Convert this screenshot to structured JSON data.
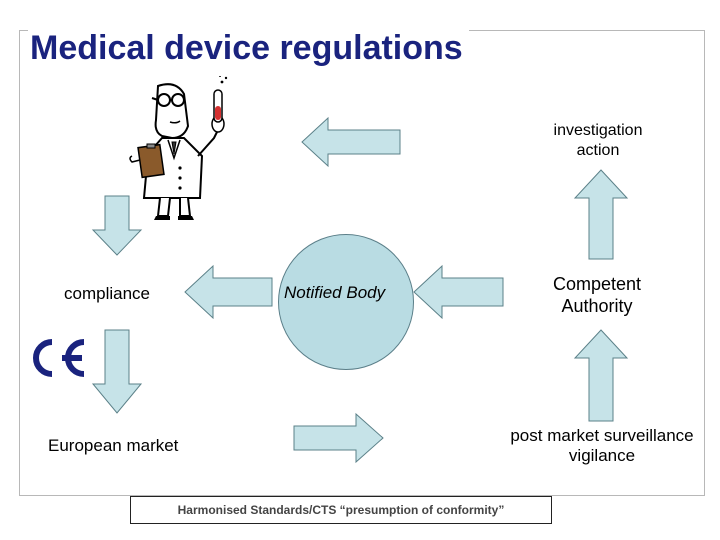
{
  "title": "Medical device regulations",
  "nodes": {
    "investigation_action": [
      "investigation",
      "action"
    ],
    "competent_authority": [
      "Competent",
      "Authority"
    ],
    "post_market": [
      "post market surveillance",
      "vigilance"
    ],
    "compliance": "compliance",
    "european_market": "European market",
    "notified_body": "Notified Body"
  },
  "footer": "Harmonised Standards/CTS “presumption of conformity”",
  "colors": {
    "title": "#1a237e",
    "arrow_fill": "#c6e3e8",
    "circle_fill": "#b9dce3",
    "ce_mark": "#1a237e"
  },
  "icons": [
    "ce-mark-icon",
    "scientist-illustration"
  ]
}
